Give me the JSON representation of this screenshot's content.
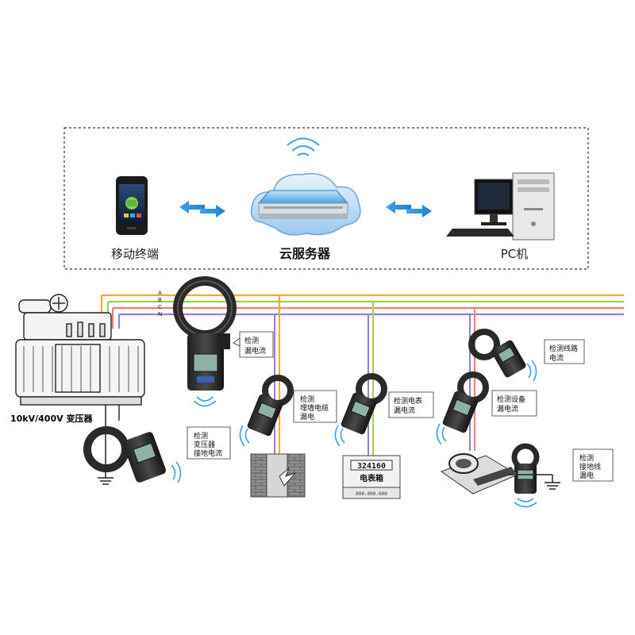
{
  "top_panel": {
    "mobile_label": "移动终端",
    "cloud_label": "云服务器",
    "pc_label": "PC机"
  },
  "lines": {
    "phase_labels": [
      "A",
      "B",
      "C",
      "N"
    ],
    "colors": {
      "A": "#f2a93b",
      "B": "#9bd44b",
      "C": "#f07d7d",
      "N": "#9b7fcf"
    }
  },
  "transformer": {
    "label": "10kV/400V 变压器"
  },
  "notes": {
    "clamp_main": [
      "检测",
      "漏电流"
    ],
    "transformer_ground": [
      "检测",
      "变压器",
      "接地电流"
    ],
    "cable": [
      "检测",
      "埋墙电缆",
      "漏电"
    ],
    "meter_box": [
      "检测电表",
      "漏电流"
    ],
    "line": [
      "检测线路",
      "电流"
    ],
    "equipment": [
      "检测设备",
      "漏电流"
    ],
    "ground_wire": [
      "检测",
      "接地线",
      "漏电"
    ]
  },
  "meter_box": {
    "digits": "324160",
    "name": "电表箱",
    "bottom": "000.000.000"
  },
  "icons": [
    "smartphone-icon",
    "cloud-server-icon",
    "pc-icon",
    "wifi-icon",
    "transfer-arrows-icon",
    "clamp-meter-icon",
    "ground-icon"
  ]
}
